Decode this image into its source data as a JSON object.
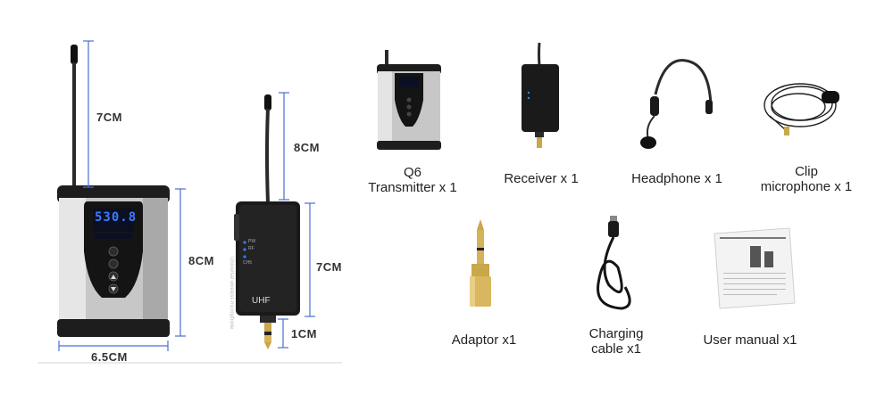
{
  "dimensions": {
    "transmitter_antenna": "7CM",
    "transmitter_height": "8CM",
    "transmitter_width": "6.5CM",
    "receiver_antenna": "8CM",
    "receiver_height": "7CM",
    "receiver_plug": "1CM"
  },
  "devices": {
    "transmitter_display": "530.8",
    "receiver_brand": "UHF",
    "receiver_side_text": "Universal wireless microphone",
    "receiver_labels": [
      "PW",
      "RF",
      "CH5"
    ]
  },
  "items": [
    {
      "line1": "Q6",
      "line2": "Transmitter x 1"
    },
    {
      "line1": "Receiver x 1",
      "line2": ""
    },
    {
      "line1": "Headphone x 1",
      "line2": ""
    },
    {
      "line1": "Clip",
      "line2": "microphone x 1"
    },
    {
      "line1": "Adaptor x1",
      "line2": ""
    },
    {
      "line1": "Charging",
      "line2": "cable x1"
    },
    {
      "line1": "User manual x1",
      "line2": ""
    }
  ],
  "colors": {
    "dimension_line": "#4a6fd6",
    "device_black": "#1a1a1a",
    "device_silver": "#c9c9c9",
    "display_blue": "#2b6cff"
  }
}
